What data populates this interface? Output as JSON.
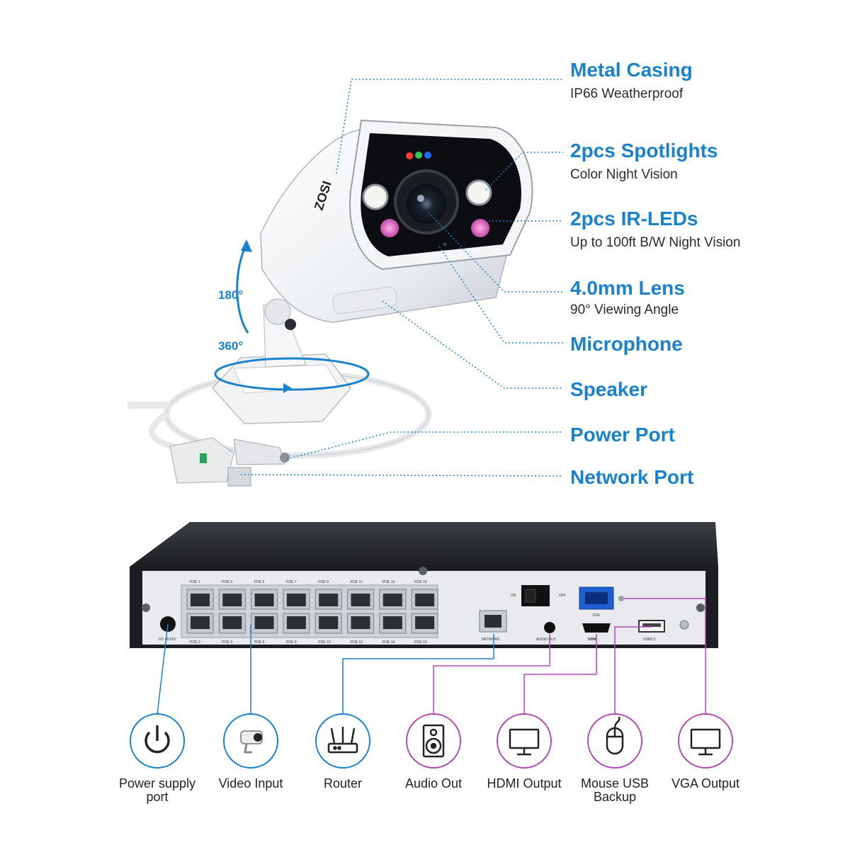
{
  "brand": "ZOSI",
  "rotation": {
    "tilt": "180°",
    "pan": "360°"
  },
  "features": [
    {
      "title": "Metal Casing",
      "subtitle": "IP66 Weatherproof"
    },
    {
      "title": "2pcs Spotlights",
      "subtitle": "Color Night Vision"
    },
    {
      "title": "2pcs IR-LEDs",
      "subtitle": "Up to 100ft B/W Night Vision"
    },
    {
      "title": "4.0mm Lens",
      "subtitle": "90° Viewing Angle"
    },
    {
      "title": "Microphone",
      "subtitle": ""
    },
    {
      "title": "Speaker",
      "subtitle": ""
    },
    {
      "title": "Power Port",
      "subtitle": ""
    },
    {
      "title": "Network Port",
      "subtitle": ""
    }
  ],
  "nvr": {
    "power_label": "DC 48-52V",
    "poe_top": [
      "POE 1",
      "POE 3",
      "POE 5",
      "POE 7",
      "POE 9",
      "POE 11",
      "POE 13",
      "POE 15"
    ],
    "poe_bottom": [
      "POE 2",
      "POE 4",
      "POE 6",
      "POE 8",
      "POE 10",
      "POE 12",
      "POE 14",
      "POE 16"
    ],
    "network_label": "NETWORK",
    "audio_label": "AUDIO OUT",
    "switch_on": "ON",
    "switch_off": "OFF",
    "vga_label": "VGA",
    "hdmi_label": "HDMI",
    "usb_label": "USB2.0"
  },
  "connections": [
    {
      "label_lines": [
        "Power supply",
        "port"
      ],
      "icon": "power-icon",
      "color": "#1a82cc"
    },
    {
      "label_lines": [
        "Video Input"
      ],
      "icon": "camera-icon",
      "color": "#1a82cc"
    },
    {
      "label_lines": [
        "Router"
      ],
      "icon": "router-icon",
      "color": "#1a82cc"
    },
    {
      "label_lines": [
        "Audio Out"
      ],
      "icon": "speaker-icon",
      "color": "#b04ab8"
    },
    {
      "label_lines": [
        "HDMI Output"
      ],
      "icon": "monitor-icon",
      "color": "#b04ab8"
    },
    {
      "label_lines": [
        "Mouse USB",
        "Backup"
      ],
      "icon": "mouse-icon",
      "color": "#b04ab8"
    },
    {
      "label_lines": [
        "VGA Output"
      ],
      "icon": "monitor-icon",
      "color": "#b04ab8"
    }
  ],
  "colors": {
    "accent_blue": "#1a82cc",
    "accent_purple": "#b04ab8"
  }
}
